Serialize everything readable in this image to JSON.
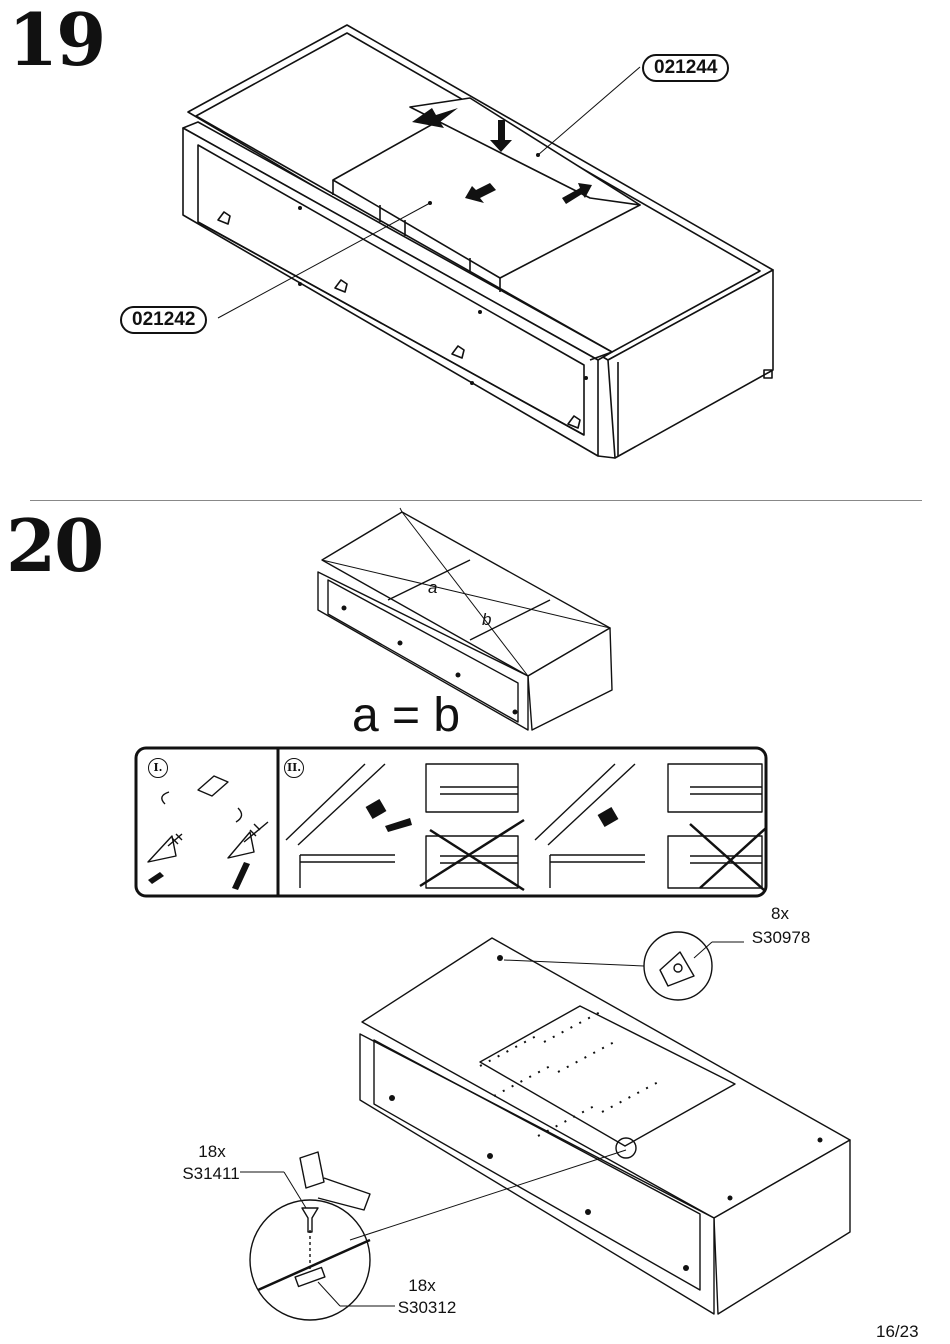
{
  "step19": {
    "number": "19",
    "part_top": "021244",
    "part_left": "021242"
  },
  "step20": {
    "number": "20",
    "diag_a": "a",
    "diag_b": "b",
    "equation": "a = b",
    "panel_one": "I.",
    "panel_two": "II.",
    "hw1_qty": "8x",
    "hw1_code": "S30978",
    "hw2_qty": "18x",
    "hw2_code": "S31411",
    "hw3_qty": "18x",
    "hw3_code": "S30312"
  },
  "page": "16/23"
}
